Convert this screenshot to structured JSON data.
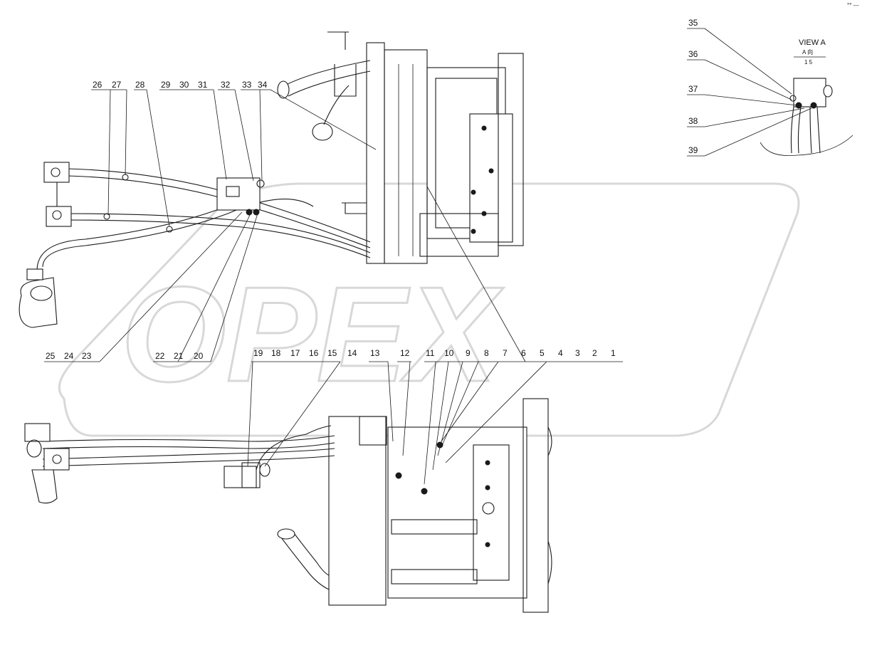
{
  "drawing": {
    "corner_mark": "°° ---",
    "watermark_text": "OPEX",
    "view_label": "VIEW A",
    "view_scale_top": "A 向",
    "view_scale_bottom": "1 5"
  },
  "callouts": {
    "top_row": [
      "26",
      "27",
      "28",
      "29",
      "30",
      "31",
      "32",
      "33",
      "34"
    ],
    "upper_left_bottom": [
      "25",
      "24",
      "23",
      "22",
      "21",
      "20"
    ],
    "lower_row_left": [
      "19",
      "18",
      "17",
      "16",
      "15",
      "14",
      "13",
      "12"
    ],
    "lower_row_right": [
      "11",
      "10",
      "9",
      "8",
      "7",
      "6",
      "5",
      "4",
      "3",
      "2",
      "1"
    ],
    "view_a": [
      "35",
      "36",
      "37",
      "38",
      "39"
    ]
  },
  "colors": {
    "line": "#1a1a1a",
    "watermark": "#d8d8d8",
    "background": "#ffffff"
  }
}
